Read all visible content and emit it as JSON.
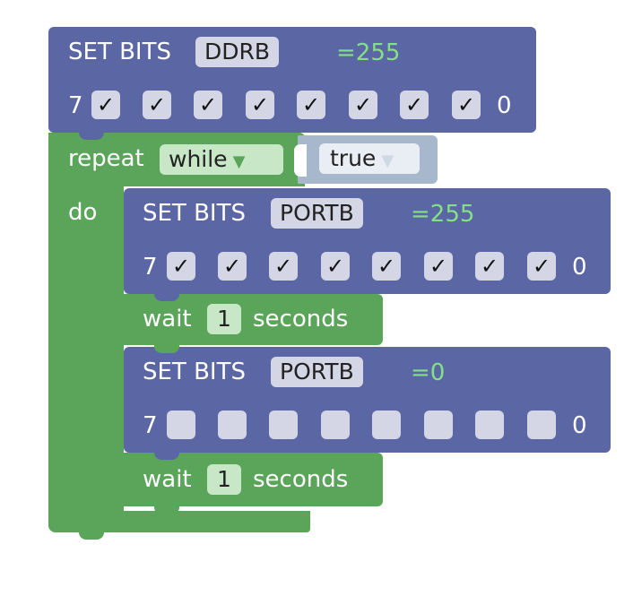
{
  "colors": {
    "set_bits_block": "#5b67a5",
    "control_block": "#5ba55b",
    "logic_block": "#a8b8cc",
    "field": "#d4d6e6",
    "value_text": "#85e085"
  },
  "ddrb_block": {
    "label": "SET BITS",
    "register": "DDRB",
    "value": "=255",
    "bit_high": "7",
    "bit_low": "0",
    "bits": [
      "✓",
      "✓",
      "✓",
      "✓",
      "✓",
      "✓",
      "✓",
      "✓"
    ]
  },
  "loop": {
    "repeat_label": "repeat",
    "mode": "while",
    "condition": "true",
    "do_label": "do"
  },
  "portb_on": {
    "label": "SET BITS",
    "register": "PORTB",
    "value": "=255",
    "bit_high": "7",
    "bit_low": "0",
    "bits": [
      "✓",
      "✓",
      "✓",
      "✓",
      "✓",
      "✓",
      "✓",
      "✓"
    ]
  },
  "wait1": {
    "label": "wait",
    "amount": "1",
    "unit": "seconds"
  },
  "portb_off": {
    "label": "SET BITS",
    "register": "PORTB",
    "value": "=0",
    "bit_high": "7",
    "bit_low": "0",
    "bits": [
      "",
      "",
      "",
      "",
      "",
      "",
      "",
      ""
    ]
  },
  "wait2": {
    "label": "wait",
    "amount": "1",
    "unit": "seconds"
  }
}
